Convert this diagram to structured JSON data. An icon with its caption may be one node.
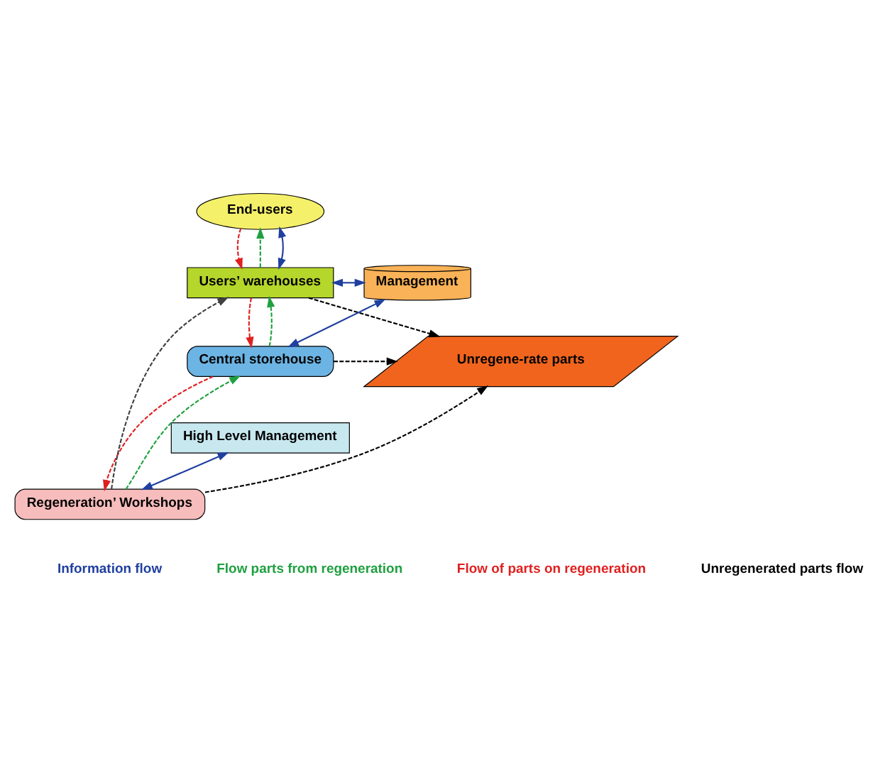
{
  "diagram": {
    "nodes": [
      {
        "text": [
          "End-users"
        ]
      },
      {
        "text": [
          "Users’ warehouses"
        ]
      },
      {
        "text": [
          "Management"
        ]
      },
      {
        "text": [
          "Unregene-rate parts"
        ]
      },
      {
        "text": [
          "Central storehouse"
        ]
      },
      {
        "text": [
          "High Level Management"
        ]
      },
      {
        "text": [
          "Regeneration’ Workshops"
        ]
      }
    ],
    "edges": [
      {
        "from": 0,
        "to": 1,
        "arrow": "to",
        "style": "dashed",
        "color": "#e02020"
      },
      {
        "from": 1,
        "to": 0,
        "arrow": "to",
        "style": "dashed",
        "color": "#20a040"
      },
      {
        "from": 0,
        "to": 1,
        "arrow": "both"
      },
      {
        "from": 1,
        "to": 2,
        "arrow": "both"
      },
      {
        "from": 1,
        "to": 3,
        "arrow": "to",
        "style": "dashed",
        "color": "#000000"
      },
      {
        "from": 1,
        "to": 4,
        "arrow": "to",
        "style": "dashed",
        "color": "#e02020"
      },
      {
        "from": 4,
        "to": 1,
        "arrow": "to",
        "style": "dashed",
        "color": "#20a040"
      },
      {
        "from": 4,
        "to": 2,
        "arrow": "both"
      },
      {
        "from": 4,
        "to": 3,
        "arrow": "to",
        "style": "dashed",
        "color": "#000000"
      },
      {
        "from": 4,
        "to": 6,
        "arrow": "to",
        "style": "dashed",
        "color": "#e02020"
      },
      {
        "from": 6,
        "to": 4,
        "arrow": "to",
        "style": "dashed",
        "color": "#20a040"
      },
      {
        "from": 5,
        "to": 6,
        "arrow": "both"
      },
      {
        "from": 6,
        "to": 3,
        "arrow": "to",
        "style": "dashed",
        "color": "#000000"
      },
      {
        "from": 6,
        "to": 1,
        "arrow": "to",
        "style": "dashed",
        "color": "#404040"
      }
    ],
    "legend": [
      {
        "text": "Information flow"
      },
      {
        "text": "Flow parts from regeneration"
      },
      {
        "text": "Flow of parts on regeneration"
      },
      {
        "text": "Unregenerated parts flow"
      }
    ]
  }
}
